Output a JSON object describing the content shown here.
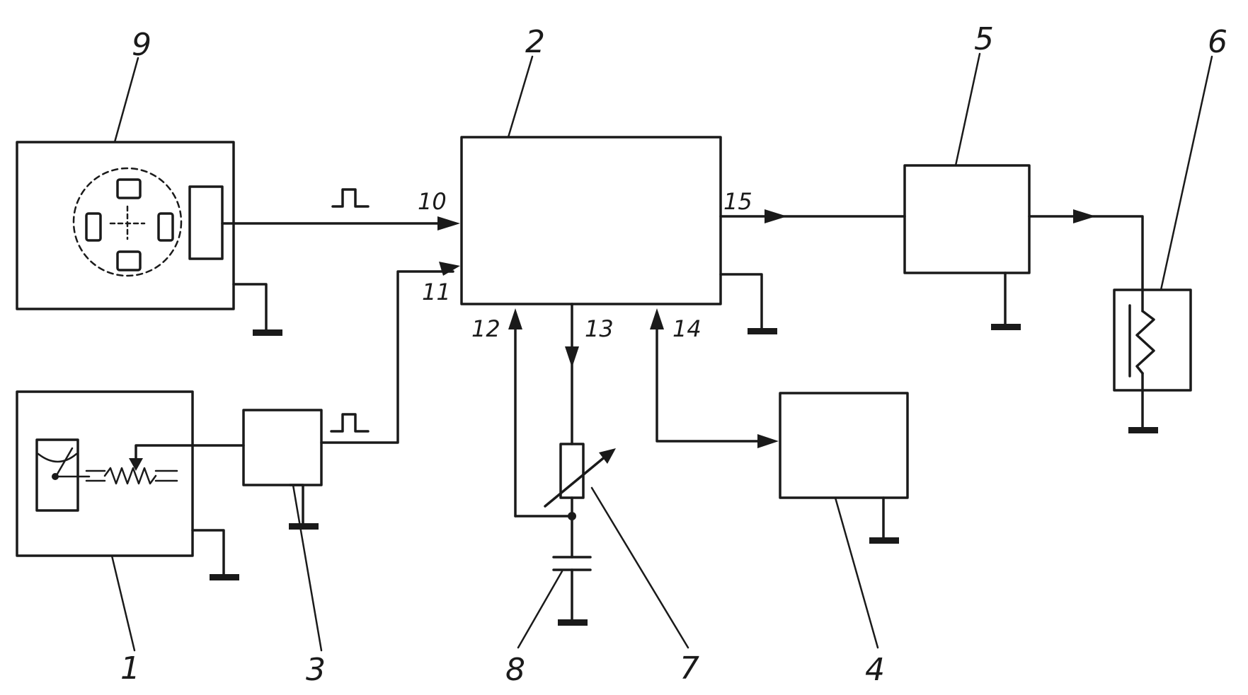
{
  "labels": {
    "block1": "1",
    "block2": "2",
    "block3": "3",
    "block4": "4",
    "block5": "5",
    "block6": "6",
    "block7": "7",
    "block8": "8",
    "block9": "9"
  },
  "pins": {
    "p10": "10",
    "p11": "11",
    "p12": "12",
    "p13": "13",
    "p14": "14",
    "p15": "15"
  },
  "colors": {
    "ink": "#1a1a1a",
    "background": "#ffffff"
  }
}
